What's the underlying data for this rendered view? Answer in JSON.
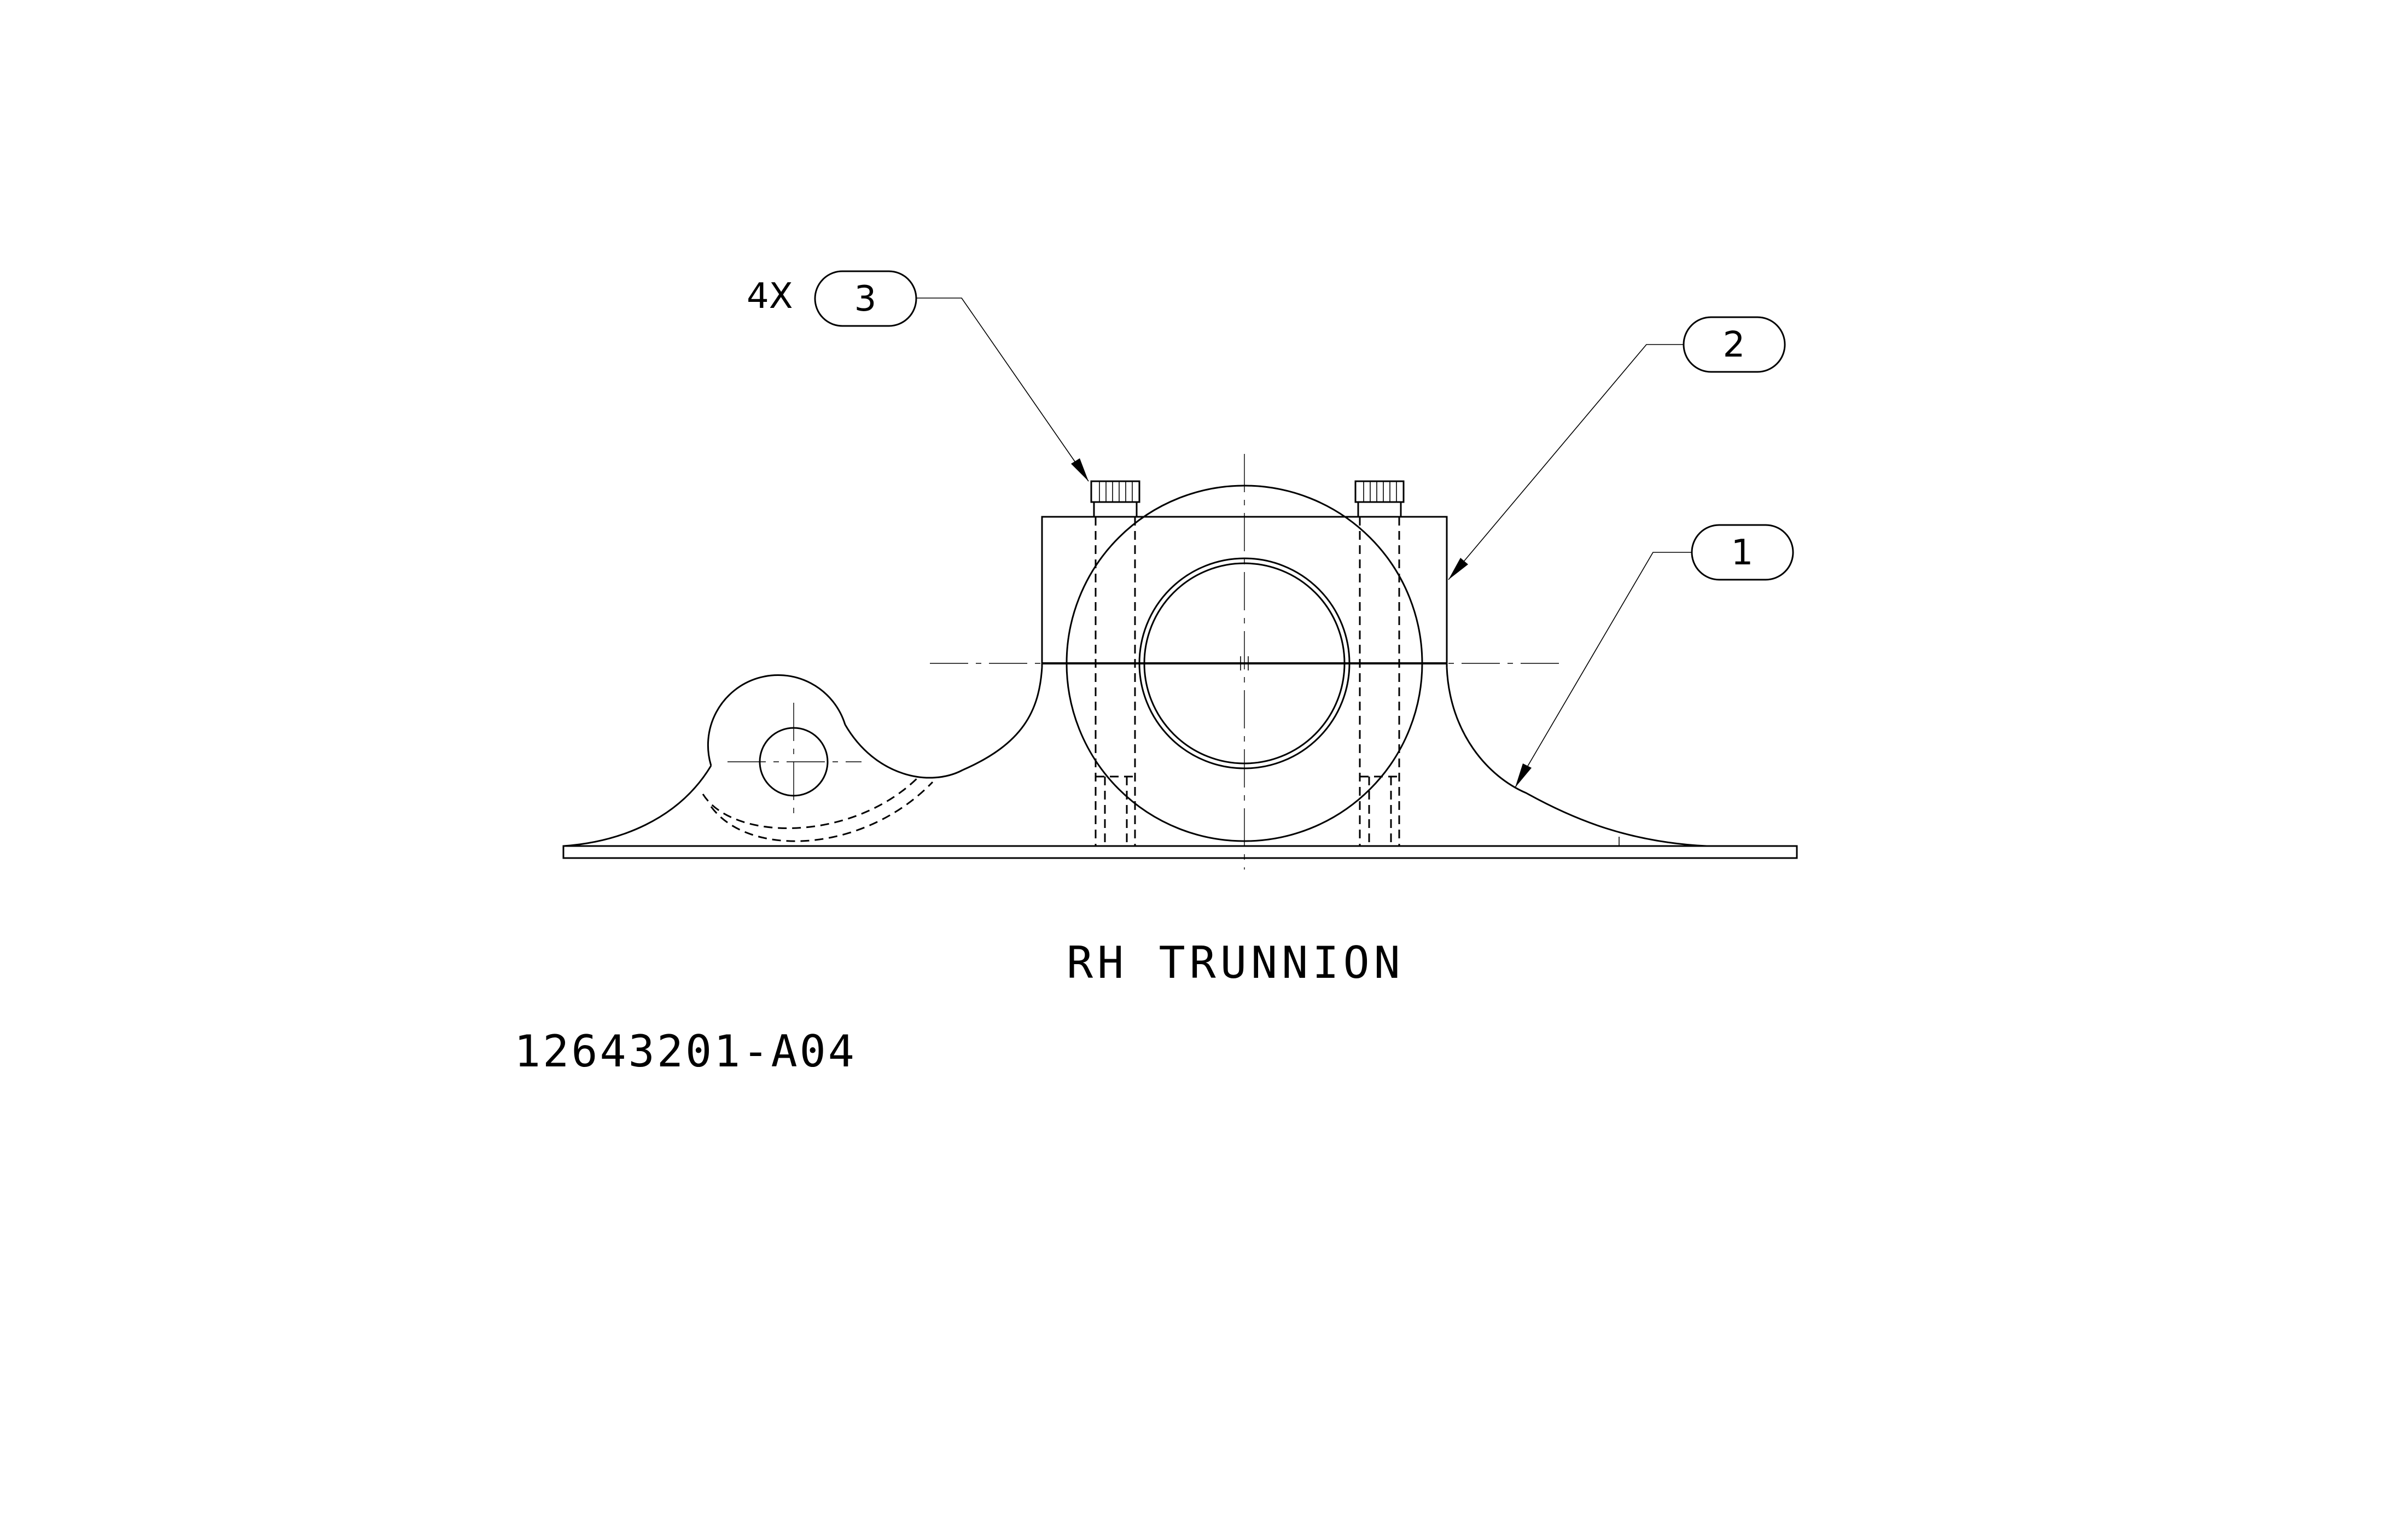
{
  "drawing": {
    "title": "RH TRUNNION",
    "drawing_number": "12643201-A04",
    "balloons": [
      {
        "item": "1"
      },
      {
        "item": "2"
      },
      {
        "item": "3",
        "quantity_prefix": "4X"
      }
    ]
  }
}
